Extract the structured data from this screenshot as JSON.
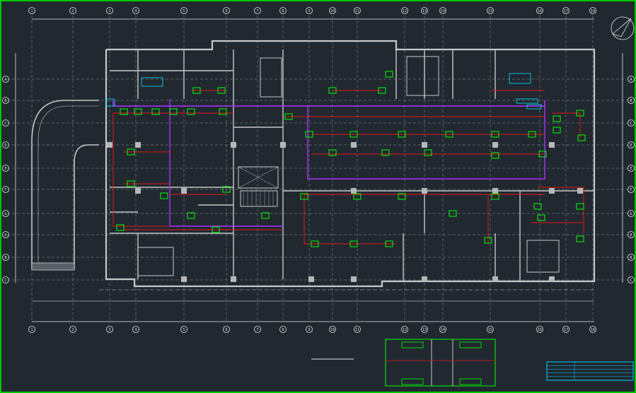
{
  "colors": {
    "background": "#212830",
    "border": "#00c800",
    "wall": "#c8c8c8",
    "grid_line": "#8f97a0",
    "dimension": "#e6e6e6",
    "pipe_supply": "#e01818",
    "pipe_main": "#b030ff",
    "unit_green": "#00ff00",
    "tag_cyan": "#00e5ff",
    "title_block": "#00d0ff"
  },
  "axes_top": [
    "1",
    "2",
    "3",
    "4",
    "5",
    "6",
    "7",
    "8",
    "9",
    "10",
    "11",
    "12",
    "13",
    "14",
    "15",
    "16",
    "17",
    "18"
  ],
  "axes_left": [
    "A",
    "B",
    "C",
    "D",
    "E",
    "F",
    "G"
  ],
  "icons": [
    "north-arrow-icon"
  ]
}
